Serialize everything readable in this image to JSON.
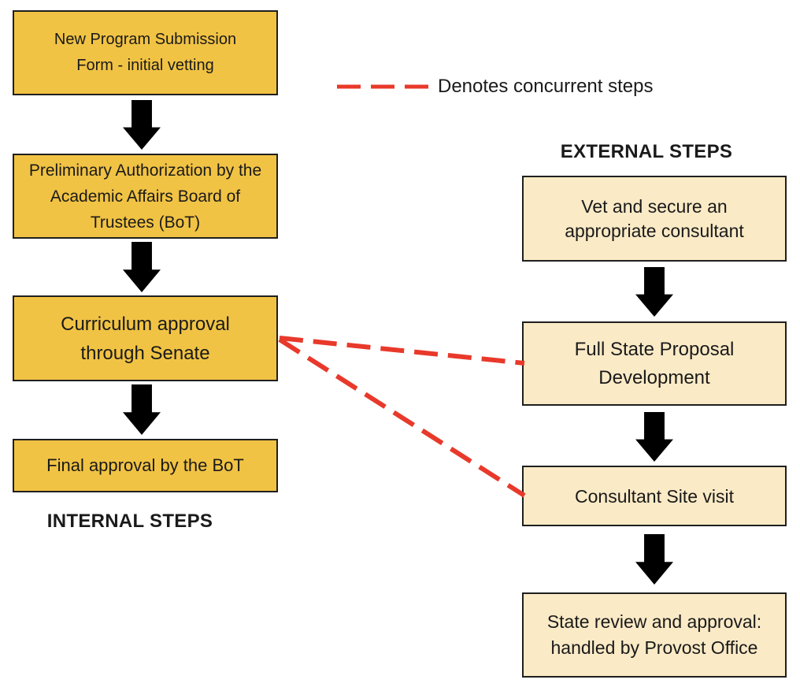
{
  "diagram": {
    "type": "flowchart",
    "legend": {
      "label": "Denotes concurrent steps",
      "line_style": "red dashed"
    },
    "internal": {
      "title": "INTERNAL STEPS",
      "steps": [
        {
          "label": "New Program Submission Form - initial vetting",
          "lines": [
            "New Program Submission",
            "Form - initial vetting"
          ]
        },
        {
          "label": "Preliminary Authorization by the Academic Affairs Board of Trustees (BoT)",
          "lines": [
            "Preliminary Authorization by the",
            "Academic Affairs Board of",
            "Trustees (BoT)"
          ]
        },
        {
          "label": "Curriculum approval through Senate",
          "lines": [
            "Curriculum approval",
            "through Senate"
          ]
        },
        {
          "label": "Final approval by the BoT",
          "lines": [
            "Final approval by the BoT"
          ]
        }
      ]
    },
    "external": {
      "title": "EXTERNAL STEPS",
      "steps": [
        {
          "label": "Vet and secure an appropriate consultant",
          "lines": [
            "Vet and secure an",
            "appropriate consultant"
          ]
        },
        {
          "label": "Full State Proposal Development",
          "lines": [
            "Full State Proposal",
            "Development"
          ]
        },
        {
          "label": "Consultant Site visit",
          "lines": [
            "Consultant Site visit"
          ]
        },
        {
          "label": "State review and approval: handled by Provost Office",
          "lines": [
            "State review and approval:",
            "handled by Provost Office"
          ]
        }
      ]
    },
    "connections": [
      {
        "from": "Curriculum approval through Senate",
        "to": "Full State Proposal Development",
        "type": "concurrent"
      },
      {
        "from": "Curriculum approval through Senate",
        "to": "Consultant Site visit",
        "type": "concurrent"
      }
    ]
  },
  "colors": {
    "page_background": "#ffffff",
    "internal_box_fill": "#F1C344",
    "external_box_fill": "#FAEAC6",
    "box_border": "#1f1f1f",
    "arrow": "#000000",
    "concurrent_line": "#E8392B",
    "text": "#1a1a1a"
  }
}
